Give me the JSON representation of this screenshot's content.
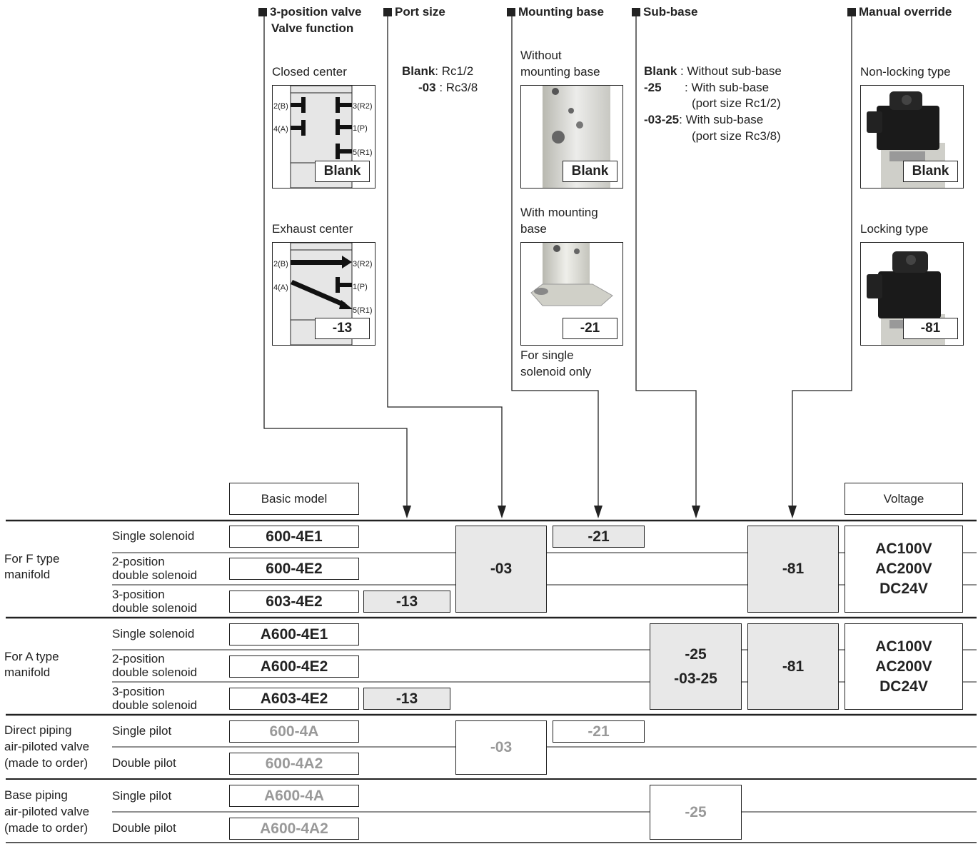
{
  "headers": {
    "valve_function": "3-position valve",
    "valve_function_2": "Valve function",
    "port_size": "Port size",
    "mounting_base": "Mounting base",
    "sub_base": "Sub-base",
    "manual_override": "Manual override"
  },
  "valve_function": {
    "closed_center": "Closed center",
    "closed_tag": "Blank",
    "exhaust_center": "Exhaust center",
    "exhaust_tag": "-13",
    "port_2b": "2(B)",
    "port_4a": "4(A)",
    "port_3r2": "3(R2)",
    "port_1p": "1(P)",
    "port_5r1": "5(R1)"
  },
  "port_size": {
    "blank_key": "Blank",
    "blank_val": ": Rc1/2",
    "o3_key": "-03",
    "o3_val": ": Rc3/8"
  },
  "mounting_base": {
    "without_1": "Without",
    "without_2": "mounting base",
    "without_tag": "Blank",
    "with_1": "With mounting",
    "with_2": "base",
    "with_tag": "-21",
    "note_1": "For single",
    "note_2": "solenoid only"
  },
  "sub_base": {
    "blank_key": "Blank",
    "blank_val": ": Without sub-base",
    "k25": "-25",
    "v25a": ": With sub-base",
    "v25b": "(port size Rc1/2)",
    "k0325": "-03-25",
    "v0325a": ": With sub-base",
    "v0325b": "(port size Rc3/8)"
  },
  "manual_override": {
    "non_locking": "Non-locking type",
    "non_locking_tag": "Blank",
    "locking": "Locking type",
    "locking_tag": "-81"
  },
  "table": {
    "basic_model": "Basic model",
    "voltage": "Voltage",
    "groups": {
      "f1": "For F type",
      "f2": "manifold",
      "a1": "For A type",
      "a2": "manifold",
      "d1": "Direct piping",
      "d2": "air-piloted valve",
      "d3": "(made to order)",
      "b1": "Base piping",
      "b2": "air-piloted valve",
      "b3": "(made to order)"
    },
    "rows": {
      "single_solenoid": "Single solenoid",
      "pos2_1": "2-position",
      "pos3_1": "3-position",
      "double_solenoid": "double solenoid",
      "single_pilot": "Single pilot",
      "double_pilot": "Double pilot"
    },
    "models": {
      "f1": "600-4E1",
      "f2": "600-4E2",
      "f3": "603-4E2",
      "a1": "A600-4E1",
      "a2": "A600-4E2",
      "a3": "A603-4E2",
      "d1": "600-4A",
      "d2": "600-4A2",
      "b1": "A600-4A",
      "b2": "A600-4A2"
    },
    "opts": {
      "f_13": "-13",
      "f_03": "-03",
      "f_21": "-21",
      "f_81": "-81",
      "a_13": "-13",
      "a_25": "-25",
      "a_0325": "-03-25",
      "a_81": "-81",
      "d_03": "-03",
      "d_21": "-21",
      "b_25": "-25"
    },
    "volt": {
      "f1": "AC100V",
      "f2": "AC200V",
      "f3": "DC24V",
      "a1": "AC100V",
      "a2": "AC200V",
      "a3": "DC24V"
    }
  }
}
